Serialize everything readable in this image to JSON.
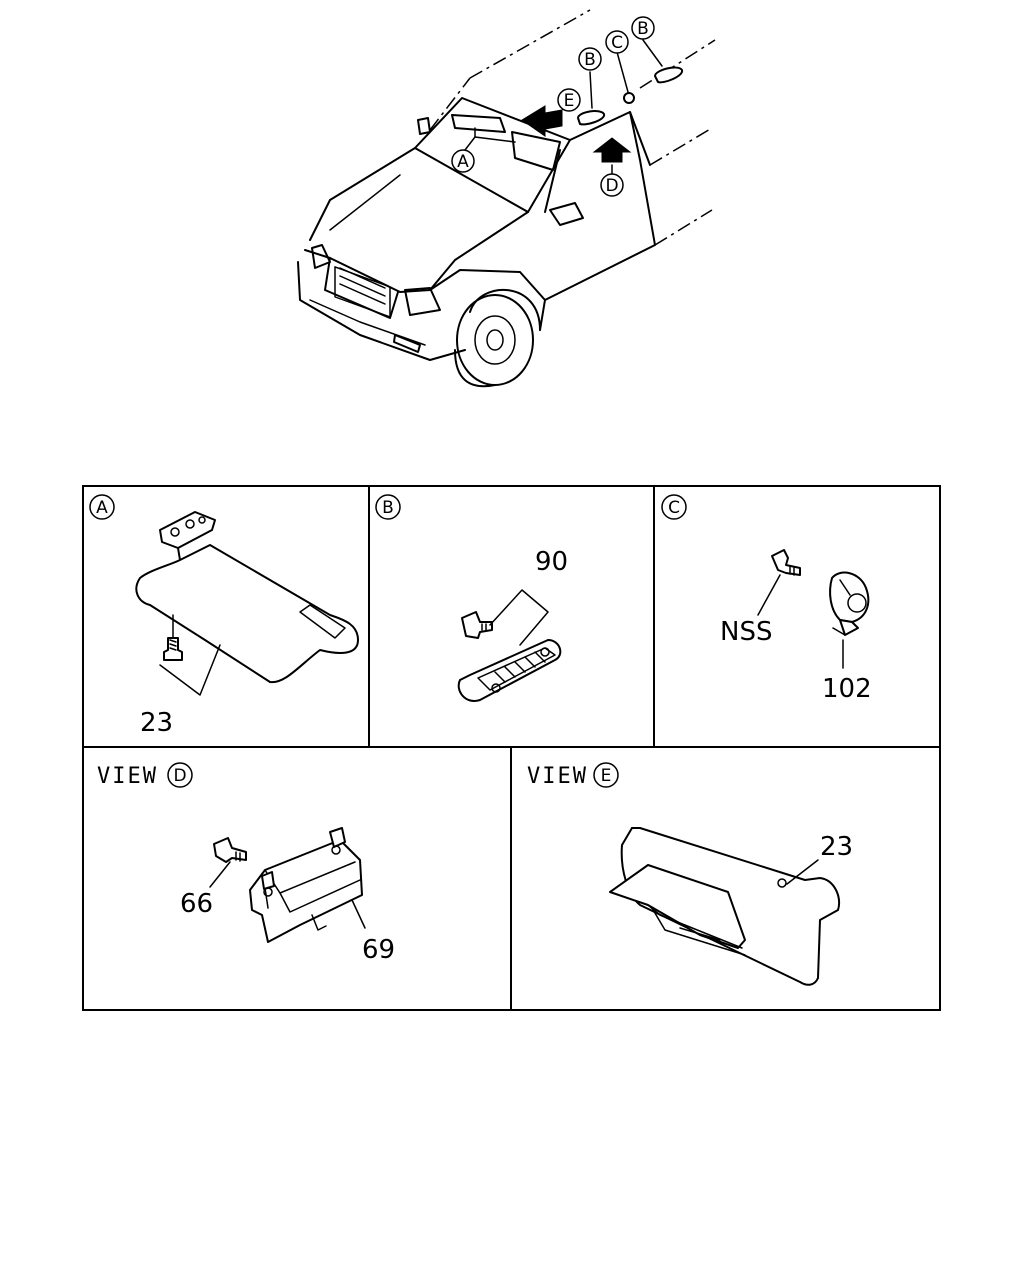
{
  "callouts": {
    "a": "A",
    "b": "B",
    "c": "C",
    "d": "D",
    "e": "E"
  },
  "panels": {
    "a": {
      "letter": "A",
      "part": "23"
    },
    "b": {
      "letter": "B",
      "part": "90"
    },
    "c": {
      "letter": "C",
      "part_bolt": "NSS",
      "part_hook": "102"
    },
    "d": {
      "view_label": "VIEW",
      "letter": "D",
      "part_bolt": "66",
      "part_bracket": "69"
    },
    "e": {
      "view_label": "VIEW",
      "letter": "E",
      "part": "23"
    }
  }
}
